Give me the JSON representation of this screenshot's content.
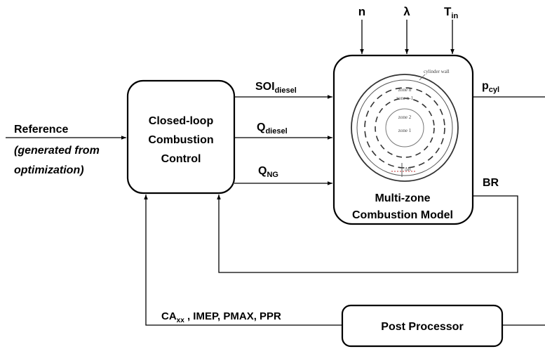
{
  "inputs_top": {
    "n": "n",
    "lambda": "λ",
    "t_in_main": "T",
    "t_in_sub": "in"
  },
  "reference": {
    "title": "Reference",
    "line1": "(generated from",
    "line2": "optimization)"
  },
  "controller": {
    "line1": "Closed-loop",
    "line2": "Combustion",
    "line3": "Control"
  },
  "signals": {
    "soi_main": "SOI",
    "soi_sub": "diesel",
    "qdiesel_main": "Q",
    "qdiesel_sub": "diesel",
    "qng_main": "Q",
    "qng_sub": "NG"
  },
  "model": {
    "line1": "Multi-zone",
    "line2": "Combustion Model",
    "zones": {
      "cylinder_wall": "cylinder wall",
      "zone_n": "zone n",
      "zone_n1": "zone n-1",
      "zone_2": "zone 2",
      "zone_1": "zone 1",
      "small_label": "ΔR"
    }
  },
  "outputs": {
    "pcyl_main": "p",
    "pcyl_sub": "cyl",
    "br": "BR"
  },
  "feedback": {
    "ca_main": "CA",
    "ca_sub": "xx",
    "ca_rest": " , IMEP, PMAX, PPR"
  },
  "post_processor": {
    "label": "Post Processor"
  }
}
